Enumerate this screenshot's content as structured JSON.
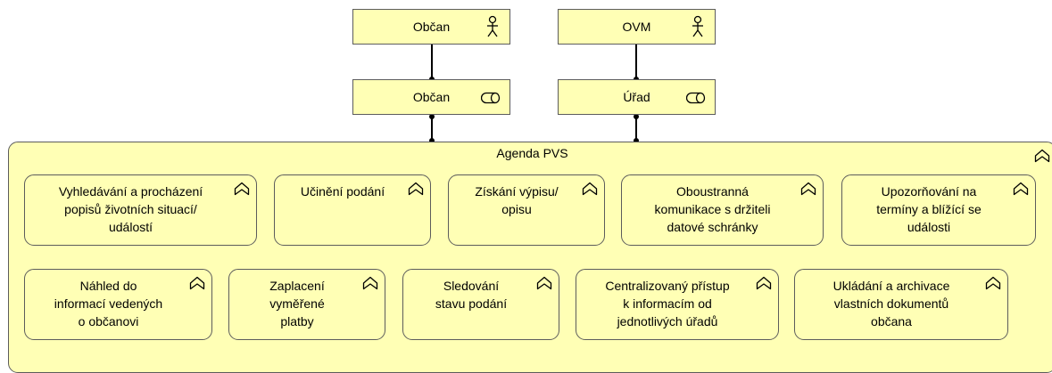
{
  "actors": [
    {
      "label": "Občan",
      "icon": "actor-icon"
    },
    {
      "label": "OVM",
      "icon": "actor-icon"
    }
  ],
  "roles": [
    {
      "label": "Občan",
      "icon": "role-icon"
    },
    {
      "label": "Úřad",
      "icon": "role-icon"
    }
  ],
  "group": {
    "title": "Agenda PVS",
    "icon": "service-icon"
  },
  "services_row1": [
    {
      "label": "Vyhledávání a procházení\npopisů životních situací/\nudálostí"
    },
    {
      "label": "Učinění podání"
    },
    {
      "label": "Získání výpisu/\nopisu"
    },
    {
      "label": "Oboustranná\nkomunikace s držiteli\ndatové schránky"
    },
    {
      "label": "Upozorňování na\ntermíny a blížící se\nudálosti"
    }
  ],
  "services_row2": [
    {
      "label": "Náhled do\ninformací vedených\no občanovi"
    },
    {
      "label": "Zaplacení\nvyměřené\nplatby"
    },
    {
      "label": "Sledování\nstavu podání"
    },
    {
      "label": "Centralizovaný přístup\nk informacím od\njednotlivých úřadů"
    },
    {
      "label": "Ukládání a archivace\nvlastních dokumentů\nobčana"
    }
  ],
  "colors": {
    "element_fill": "#ffffb5",
    "border": "#5c5c5c",
    "connector": "#000000"
  }
}
